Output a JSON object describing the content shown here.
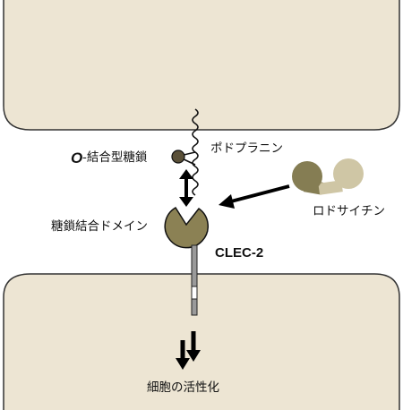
{
  "labels": {
    "o_glycan_prefix": "O",
    "o_glycan_suffix": "-結合型糖鎖",
    "podoplanin": "ポドプラニン",
    "rhodocytin": "ロドサイチン",
    "glycan_binding_domain": "糖鎖結合ドメイン",
    "clec2": "CLEC-2",
    "cell_activation": "細胞の活性化"
  },
  "colors": {
    "cell_fill": "#ede5d3",
    "cell_stroke": "#333333",
    "receptor": "#8b8154",
    "rhodocytin_dark": "#857d53",
    "rhodocytin_light": "#cfc6a5",
    "glycan_dot": "#5a5038"
  }
}
